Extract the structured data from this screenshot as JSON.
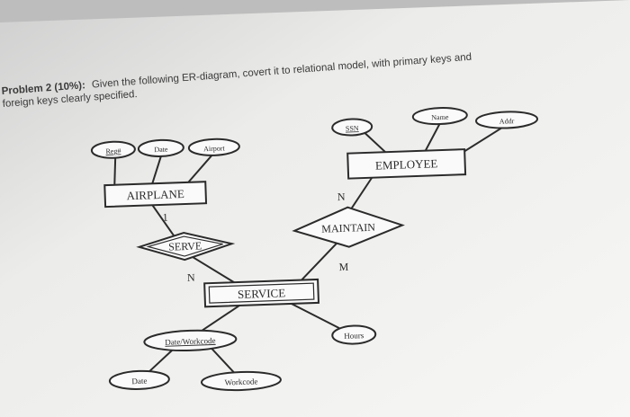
{
  "problem": {
    "heading": "Problem 2 (10%):",
    "text": "Given the following ER-diagram, covert it to relational model, with primary keys and",
    "text2": "foreign keys clearly specified."
  },
  "diagram": {
    "entities": {
      "airplane": "AIRPLANE",
      "employee": "EMPLOYEE",
      "service": "SERVICE"
    },
    "relationships": {
      "serve": "SERVE",
      "maintain": "MAINTAIN"
    },
    "attributes": {
      "reg": "Reg#",
      "date_airplane": "Date",
      "airport": "Airport",
      "ssn": "SSN",
      "name": "Name",
      "addr": "Addr",
      "hours": "Hours",
      "date_workcode": "Date/Workcode",
      "date": "Date",
      "workcode": "Workcode"
    },
    "cardinalities": {
      "airplane_serve": "1",
      "serve_service": "N",
      "employee_maintain": "N",
      "maintain_service": "M"
    }
  },
  "colors": {
    "paper": "#f4f4f2",
    "ink": "#2b2b2b",
    "shadow": "#c7c7c7"
  }
}
